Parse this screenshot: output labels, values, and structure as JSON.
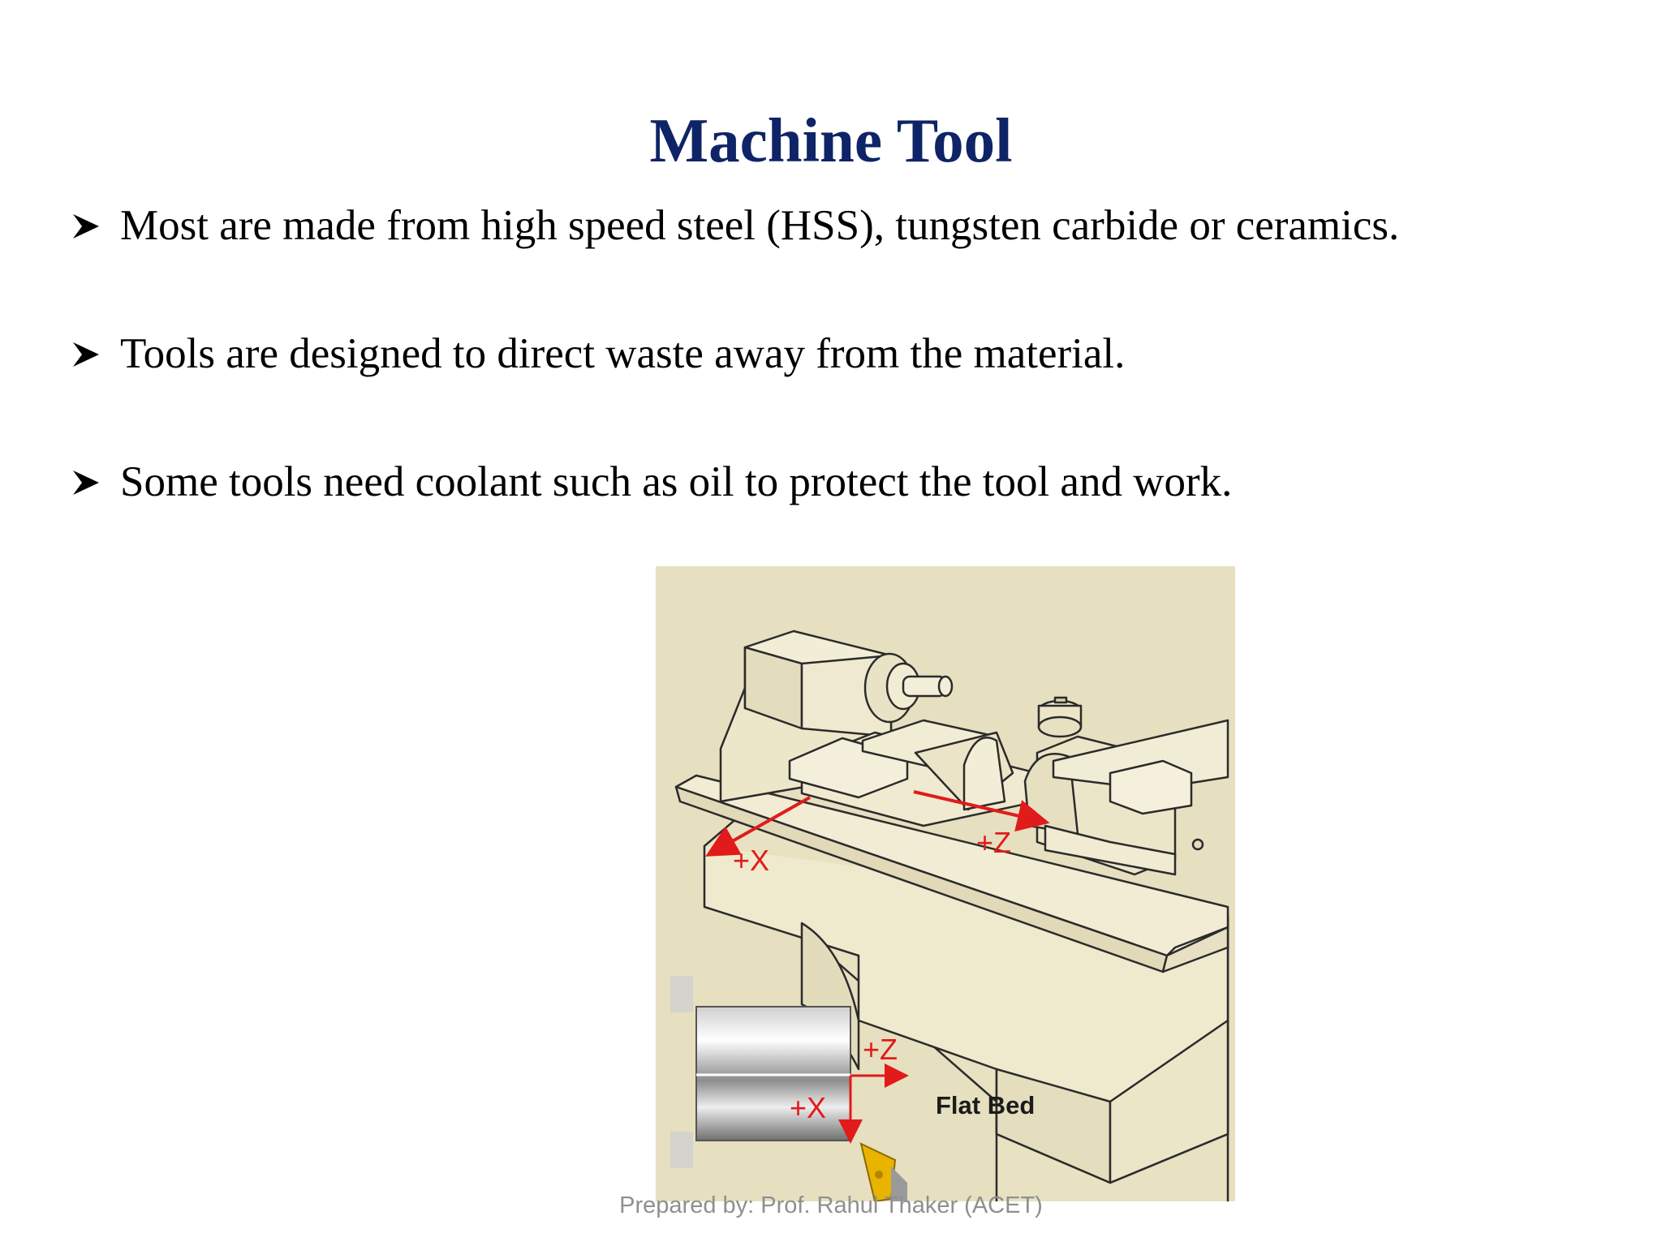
{
  "slide": {
    "title": "Machine Tool",
    "bullets": [
      "Most are made from high speed steel (HSS), tungsten carbide or ceramics.",
      "Tools are designed to direct waste away from the material.",
      "Some tools need coolant such as oil to protect the tool and work."
    ],
    "footer": "Prepared by: Prof. Rahul Thaker (ACET)"
  },
  "figure": {
    "axis_x_label": "+X",
    "axis_z_label": "+Z",
    "inset_x_label": "+X",
    "inset_z_label": "+Z",
    "bed_label": "Flat Bed",
    "colors": {
      "background": "#e6dfc0",
      "machine": "#ece6c7",
      "outline": "#2b2b2b",
      "arrow": "#e11b1b",
      "tool_insert": "#e8b400"
    }
  },
  "colors": {
    "title": "#0f2466",
    "text": "#000000",
    "footer": "#8f8f8f"
  }
}
